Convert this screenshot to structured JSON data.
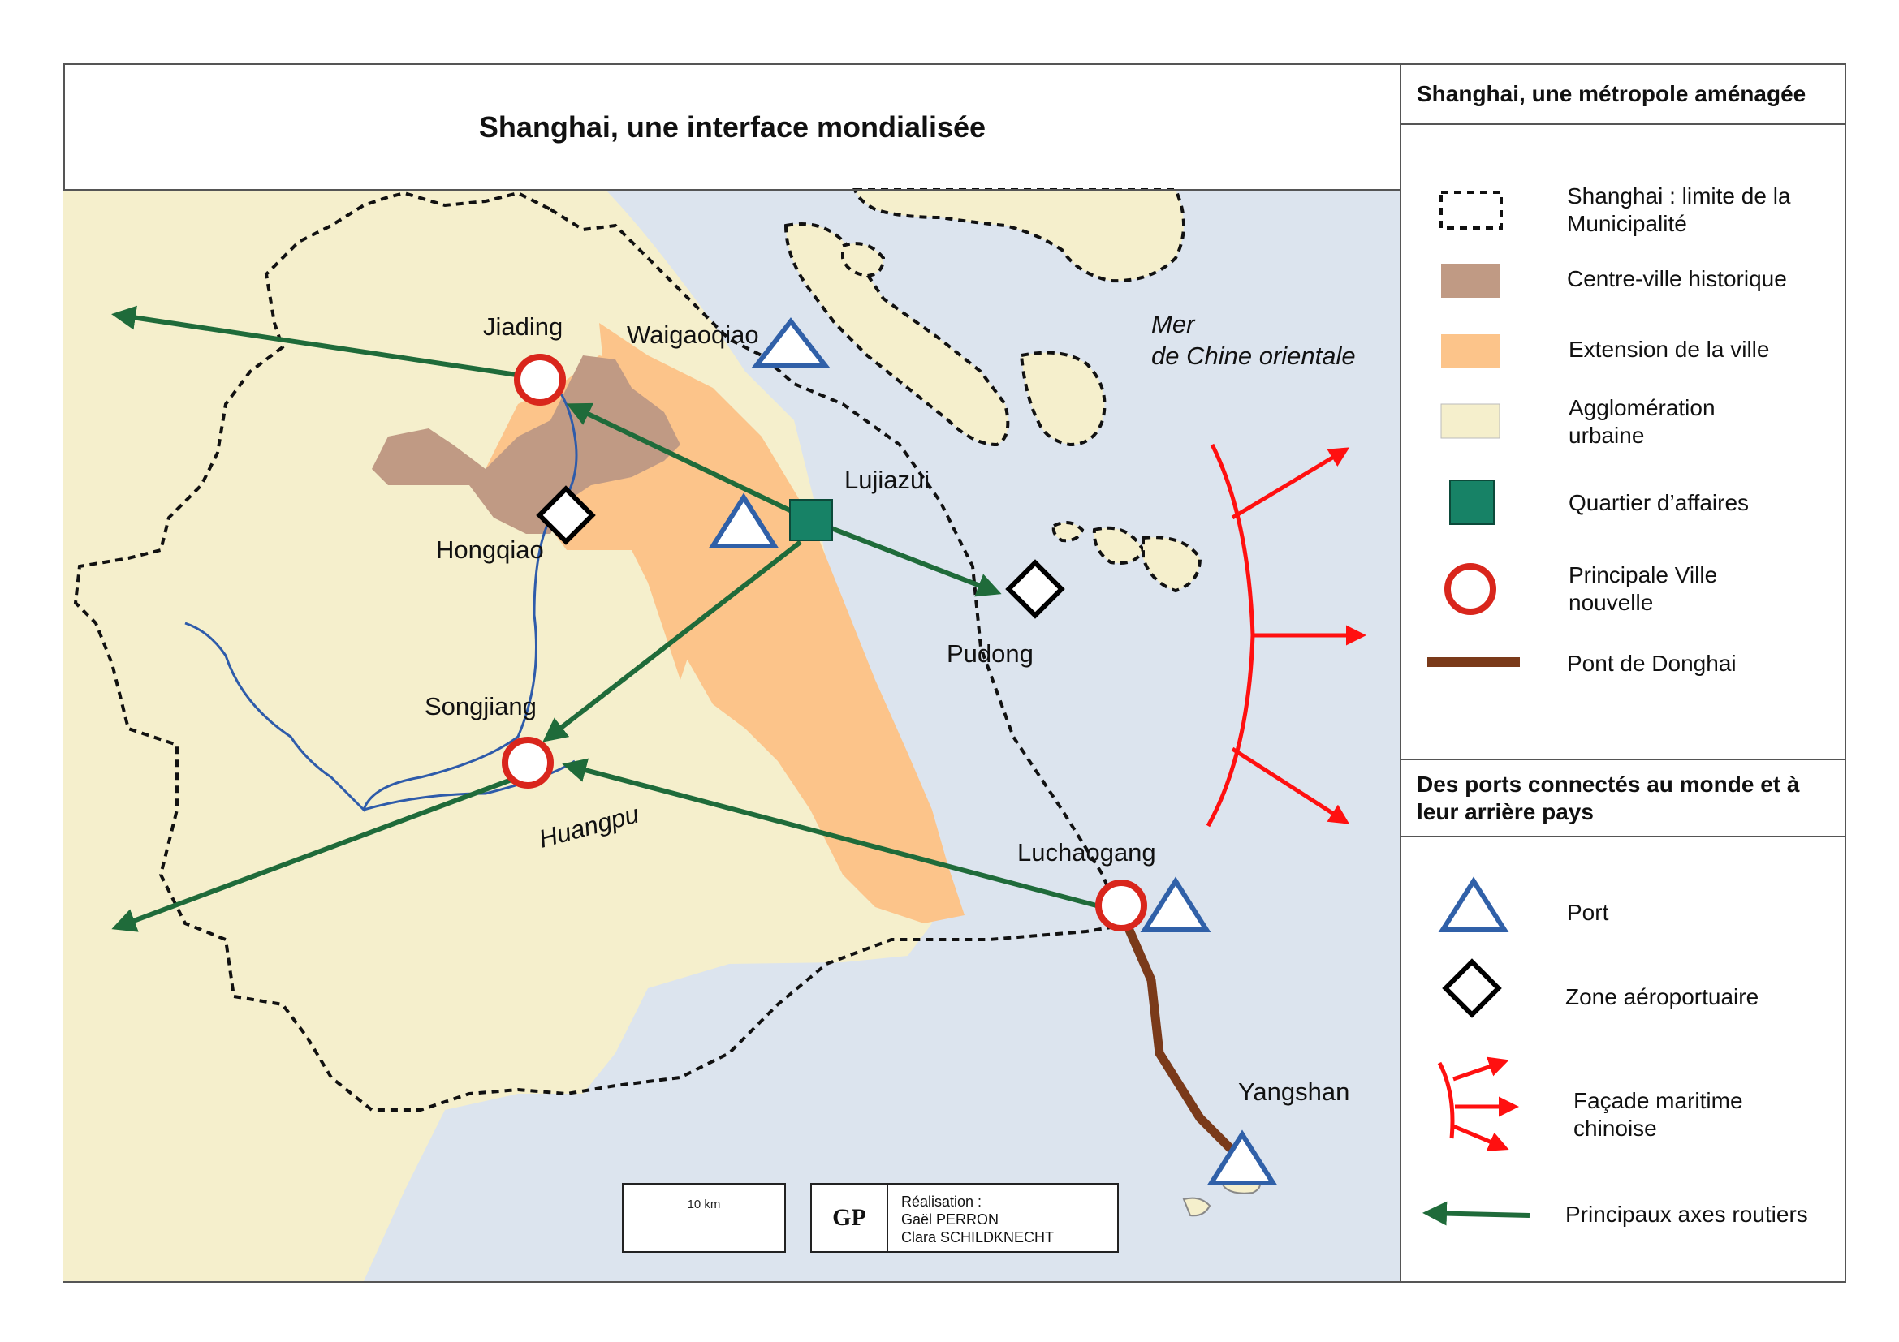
{
  "title": "Shanghai, une interface mondialisée",
  "legend": {
    "section1_title": "Shanghai, une métropole aménagée",
    "section1_items": [
      {
        "label": "Shanghai : limite de la Municipalité",
        "symbol": "dashed-boundary-icon"
      },
      {
        "label": "Centre-ville historique",
        "symbol": "brown-area-swatch",
        "color": "#C09A84"
      },
      {
        "label": "Extension de la ville",
        "symbol": "orange-area-swatch",
        "color": "#FCC48A"
      },
      {
        "label": "Agglomération urbaine",
        "symbol": "cream-area-swatch",
        "color": "#F5EFCC"
      },
      {
        "label": "Quartier d’affaires",
        "symbol": "green-square-icon",
        "color": "#178266"
      },
      {
        "label": "Principale Ville nouvelle",
        "symbol": "red-ring-icon",
        "color": "#D9261C"
      },
      {
        "label": "Pont de Donghai",
        "symbol": "brown-line-icon",
        "color": "#7A3A1A"
      }
    ],
    "section2_title": "Des ports connectés au monde et à leur arrière pays",
    "section2_items": [
      {
        "label": "Port",
        "symbol": "blue-triangle-icon",
        "color": "#3060A8"
      },
      {
        "label": "Zone aéroportuaire",
        "symbol": "black-diamond-icon",
        "color": "#000000"
      },
      {
        "label": "Façade maritime chinoise",
        "symbol": "red-fan-arrows-icon",
        "color": "#FF1010"
      },
      {
        "label": "Principaux axes routiers",
        "symbol": "green-arrow-icon",
        "color": "#1F6B3A"
      }
    ]
  },
  "places": {
    "jiading": "Jiading",
    "waigaoqiao": "Waigaoqiao",
    "lujiazui": "Lujiazui",
    "hongqiao": "Hongqiao",
    "pudong": "Pudong",
    "songjiang": "Songjiang",
    "huangpu": "Huangpu",
    "luchaogang": "Luchaogang",
    "yangshan": "Yangshan",
    "sea_line1": "Mer",
    "sea_line2": "de Chine orientale"
  },
  "scale": {
    "label": "10 km"
  },
  "credits": {
    "logo": "GP",
    "line1": "Réalisation :",
    "line2": "Gaël PERRON",
    "line3": "Clara SCHILDKNECHT"
  },
  "colors": {
    "sea": "#DCE4EE",
    "land": "#F5EFCC",
    "historic_center": "#C09A84",
    "extension": "#FCC48A",
    "business": "#178266",
    "new_town": "#D9261C",
    "bridge": "#7A3A1A",
    "port": "#3060A8",
    "river": "#2E5BAA",
    "road": "#1F6B3A",
    "maritime": "#FF1010"
  }
}
